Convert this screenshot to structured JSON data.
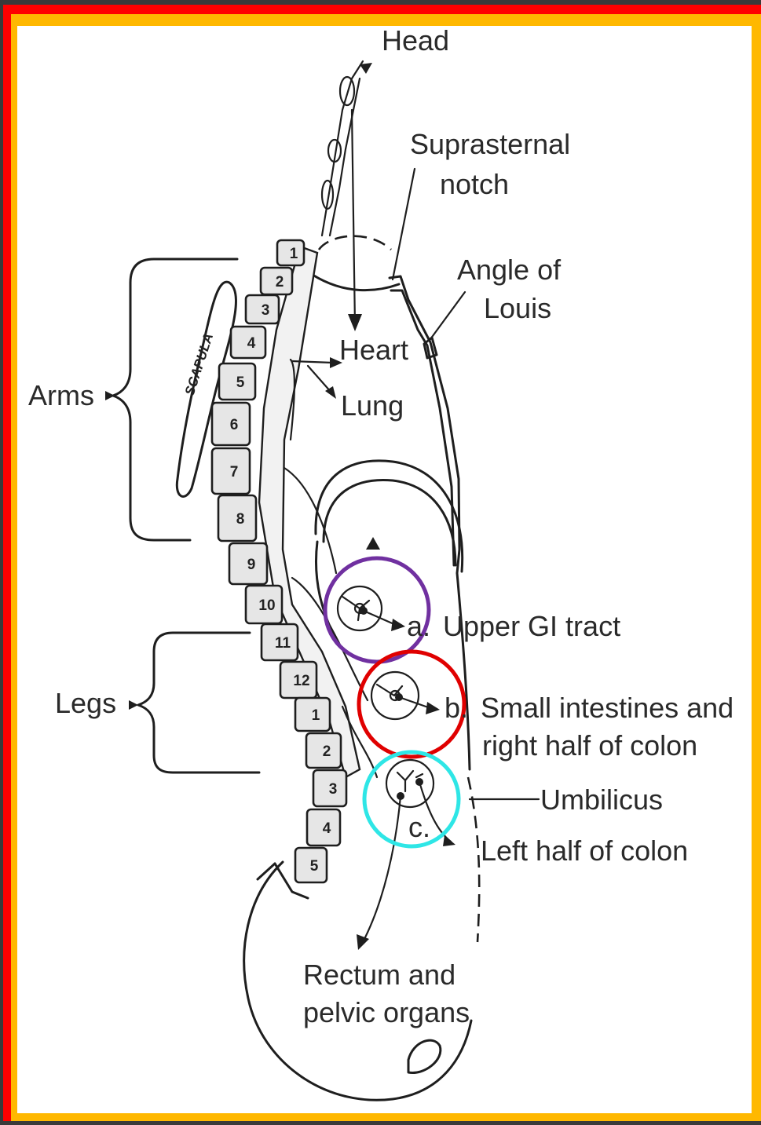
{
  "colors": {
    "outer_border": "#ff0000",
    "inner_border": "#ffb800",
    "panel": "#ffffff",
    "circle_a": "#7030a0",
    "circle_b": "#e00000",
    "circle_c": "#2ee6e6"
  },
  "labels": {
    "head": "Head",
    "suprasternal_1": "Suprasternal",
    "suprasternal_2": "notch",
    "angle_1": "Angle of",
    "angle_2": "Louis",
    "heart": "Heart",
    "lung": "Lung",
    "arms": "Arms",
    "legs": "Legs",
    "scapula": "SCAPULA",
    "a_marker": "a.",
    "upper_gi": "Upper GI tract",
    "b_marker": "b.",
    "small_int_1": "Small intestines and",
    "small_int_2": "right half of colon",
    "c_marker": "c.",
    "umbilicus": "Umbilicus",
    "left_colon": "Left half of colon",
    "rectum_1": "Rectum and",
    "rectum_2": "pelvic organs"
  },
  "vertebrae": {
    "thoracic": [
      "1",
      "2",
      "3",
      "4",
      "5",
      "6",
      "7",
      "8",
      "9",
      "10",
      "11",
      "12"
    ],
    "lumbar": [
      "1",
      "2",
      "3",
      "4",
      "5"
    ]
  }
}
